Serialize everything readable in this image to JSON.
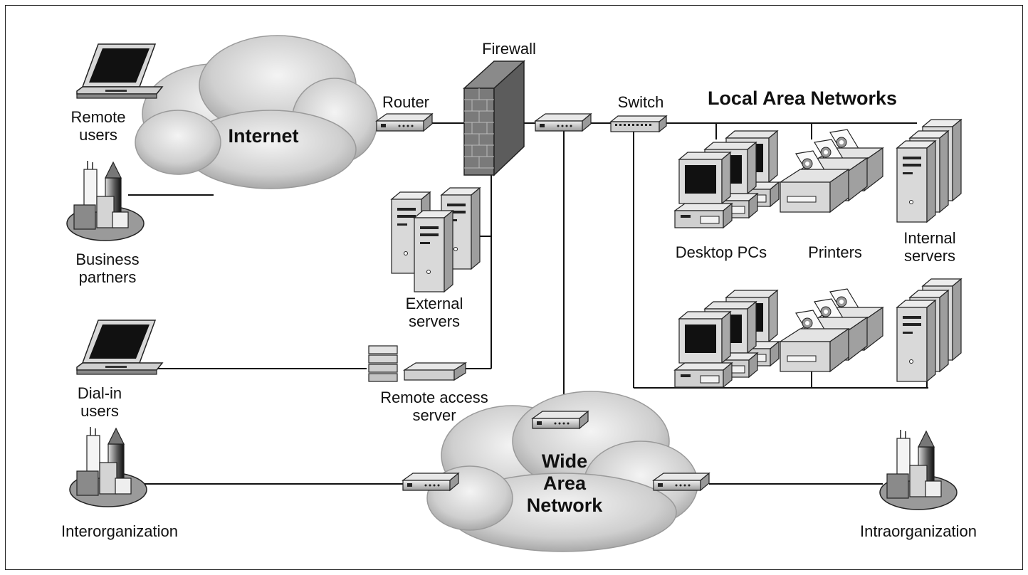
{
  "labels": {
    "remote_users": [
      "Remote",
      "users"
    ],
    "internet": "Internet",
    "router": "Router",
    "firewall": "Firewall",
    "switch": "Switch",
    "lan_title": "Local Area Networks",
    "business_partners": [
      "Business",
      "partners"
    ],
    "external_servers": [
      "External",
      "servers"
    ],
    "desktop_pcs": "Desktop PCs",
    "printers": "Printers",
    "internal_servers": [
      "Internal",
      "servers"
    ],
    "dialin_users": [
      "Dial-in",
      "users"
    ],
    "remote_access_server": [
      "Remote access",
      "server"
    ],
    "wan": [
      "Wide",
      "Area",
      "Network"
    ],
    "interorganization": "Interorganization",
    "intraorganization": "Intraorganization"
  }
}
